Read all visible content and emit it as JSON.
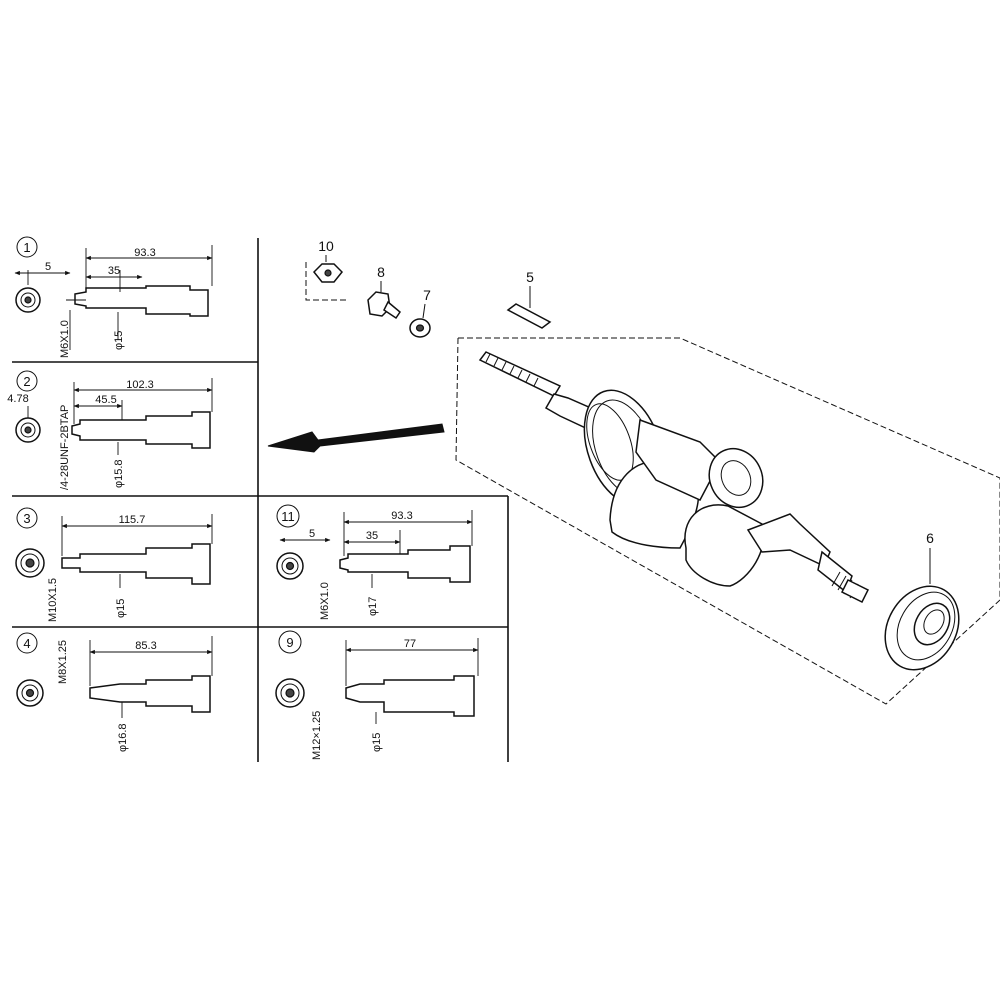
{
  "panels": [
    {
      "id": "1",
      "dim_total": "93.3",
      "dim_mid": "35",
      "dim_small": "5",
      "thread": "M6X1.0",
      "diameter": "φ15"
    },
    {
      "id": "2",
      "dim_total": "102.3",
      "dim_mid": "45.5",
      "dim_small": "4.78",
      "thread": "/4-28UNF-2BTAP",
      "diameter": "φ15.8"
    },
    {
      "id": "3",
      "dim_total": "115.7",
      "thread": "M10X1.5",
      "diameter": "φ15"
    },
    {
      "id": "4",
      "dim_total": "85.3",
      "thread": "M8X1.25",
      "diameter": "φ16.8"
    },
    {
      "id": "11",
      "dim_total": "93.3",
      "dim_mid": "35",
      "dim_small": "5",
      "thread": "M6X1.0",
      "diameter": "φ17"
    },
    {
      "id": "9",
      "dim_total": "77",
      "thread": "M12×1.25",
      "diameter": "φ15"
    }
  ],
  "callouts": {
    "p10": "10",
    "p8": "8",
    "p7": "7",
    "p5": "5",
    "p6": "6"
  }
}
